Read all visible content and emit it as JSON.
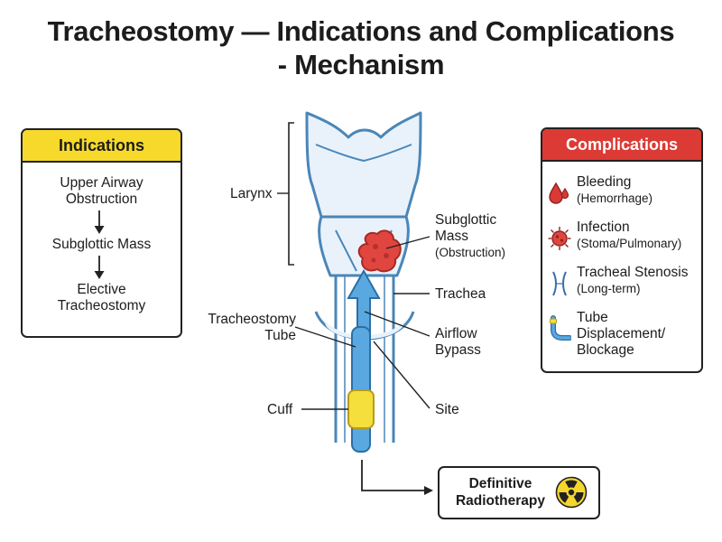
{
  "title": {
    "line1": "Tracheostomy — Indications and Complications",
    "line2": "- Mechanism"
  },
  "indications": {
    "header": "Indications",
    "steps": [
      [
        "Upper Airway",
        "Obstruction"
      ],
      [
        "Subglottic Mass"
      ],
      [
        "Elective",
        "Tracheostomy"
      ]
    ]
  },
  "complications": {
    "header": "Complications",
    "items": [
      {
        "main": "Bleeding",
        "sub": "(Hemorrhage)",
        "icon": "blood-drop-icon",
        "color": "#d93a35"
      },
      {
        "main": "Infection",
        "sub": "(Stoma/Pulmonary)",
        "icon": "germ-icon",
        "color": "#d93a35"
      },
      {
        "main": "Tracheal Stenosis",
        "sub": "(Long-term)",
        "icon": "stenosis-icon",
        "color": "#3b6ea8"
      },
      {
        "main": "Tube",
        "sub2": "Displacement/",
        "sub3": "Blockage",
        "icon": "tube-icon",
        "color": "#3b8fd1"
      }
    ]
  },
  "labels": {
    "larynx": "Larynx",
    "subglottic": [
      "Subglottic",
      "Mass",
      "(Obstruction)"
    ],
    "trachea": "Trachea",
    "airflow": [
      "Airflow",
      "Bypass"
    ],
    "tube": [
      "Tracheostomy",
      "Tube"
    ],
    "cuff": "Cuff",
    "site": "Site"
  },
  "radiotherapy": {
    "lines": [
      "Definitive",
      "Radiotherapy"
    ],
    "icon": "radiation-icon"
  },
  "colors": {
    "indications_header": "#f7d92b",
    "complications_header": "#dc3a35",
    "tube": "#5aa8e0",
    "cuff": "#f4df3c",
    "mass": "#e0463f",
    "anatomy": "#4a86b8"
  }
}
